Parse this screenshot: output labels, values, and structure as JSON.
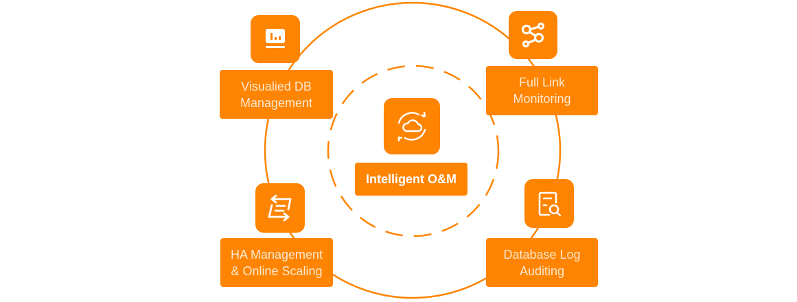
{
  "diagram": {
    "accent_color": "#fe8401",
    "label_text_color": "#fde8cf",
    "center": {
      "icon": "cloud-sync-icon",
      "label": "Intelligent O&M"
    },
    "nodes": [
      {
        "id": "visualized-db",
        "icon": "monitor-chart-icon",
        "label_lines": [
          "Visualied DB",
          "Management"
        ]
      },
      {
        "id": "full-link",
        "icon": "share-nodes-icon",
        "label_lines": [
          "Full Link",
          "Monitoring"
        ]
      },
      {
        "id": "ha-scaling",
        "icon": "switch-arrows-icon",
        "label_lines": [
          "HA Management",
          "& Online Scaling"
        ]
      },
      {
        "id": "db-log",
        "icon": "document-search-icon",
        "label_lines": [
          "Database Log",
          "Auditing"
        ]
      }
    ]
  }
}
